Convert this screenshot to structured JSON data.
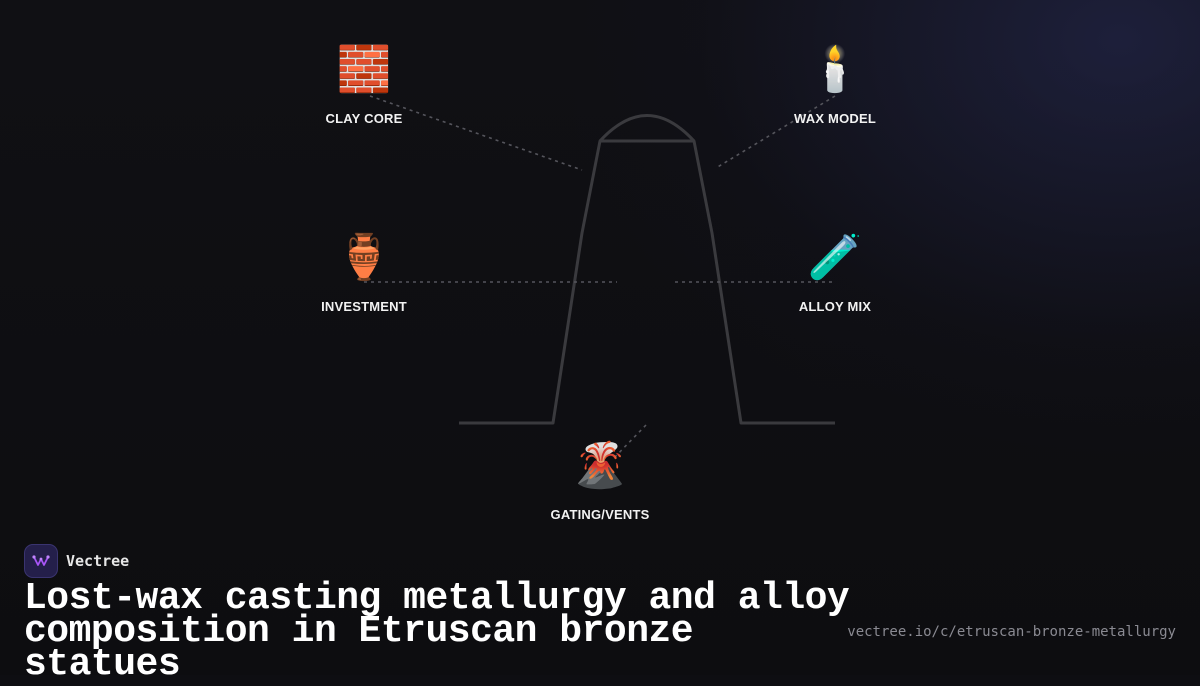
{
  "diagram": {
    "nodes": [
      {
        "id": "clay-core",
        "icon": "brick-icon",
        "glyph": "🧱",
        "label": "CLAY CORE"
      },
      {
        "id": "wax-model",
        "icon": "candle-icon",
        "glyph": "🕯️",
        "label": "WAX MODEL"
      },
      {
        "id": "investment",
        "icon": "amphora-icon",
        "glyph": "🏺",
        "label": "INVESTMENT"
      },
      {
        "id": "alloy-mix",
        "icon": "test-tube-icon",
        "glyph": "🧪",
        "label": "ALLOY MIX"
      },
      {
        "id": "gating-vents",
        "icon": "volcano-icon",
        "glyph": "🌋",
        "label": "GATING/VENTS"
      }
    ],
    "colors": {
      "outline": "#3a3a3e",
      "connector": "#55555c",
      "label": "#f2f2f2"
    }
  },
  "brand": {
    "name": "Vectree",
    "logo_color": "#a855f7"
  },
  "title": "Lost-wax casting metallurgy and alloy composition in Etruscan bronze statues",
  "url": "vectree.io/c/etruscan-bronze-metallurgy"
}
